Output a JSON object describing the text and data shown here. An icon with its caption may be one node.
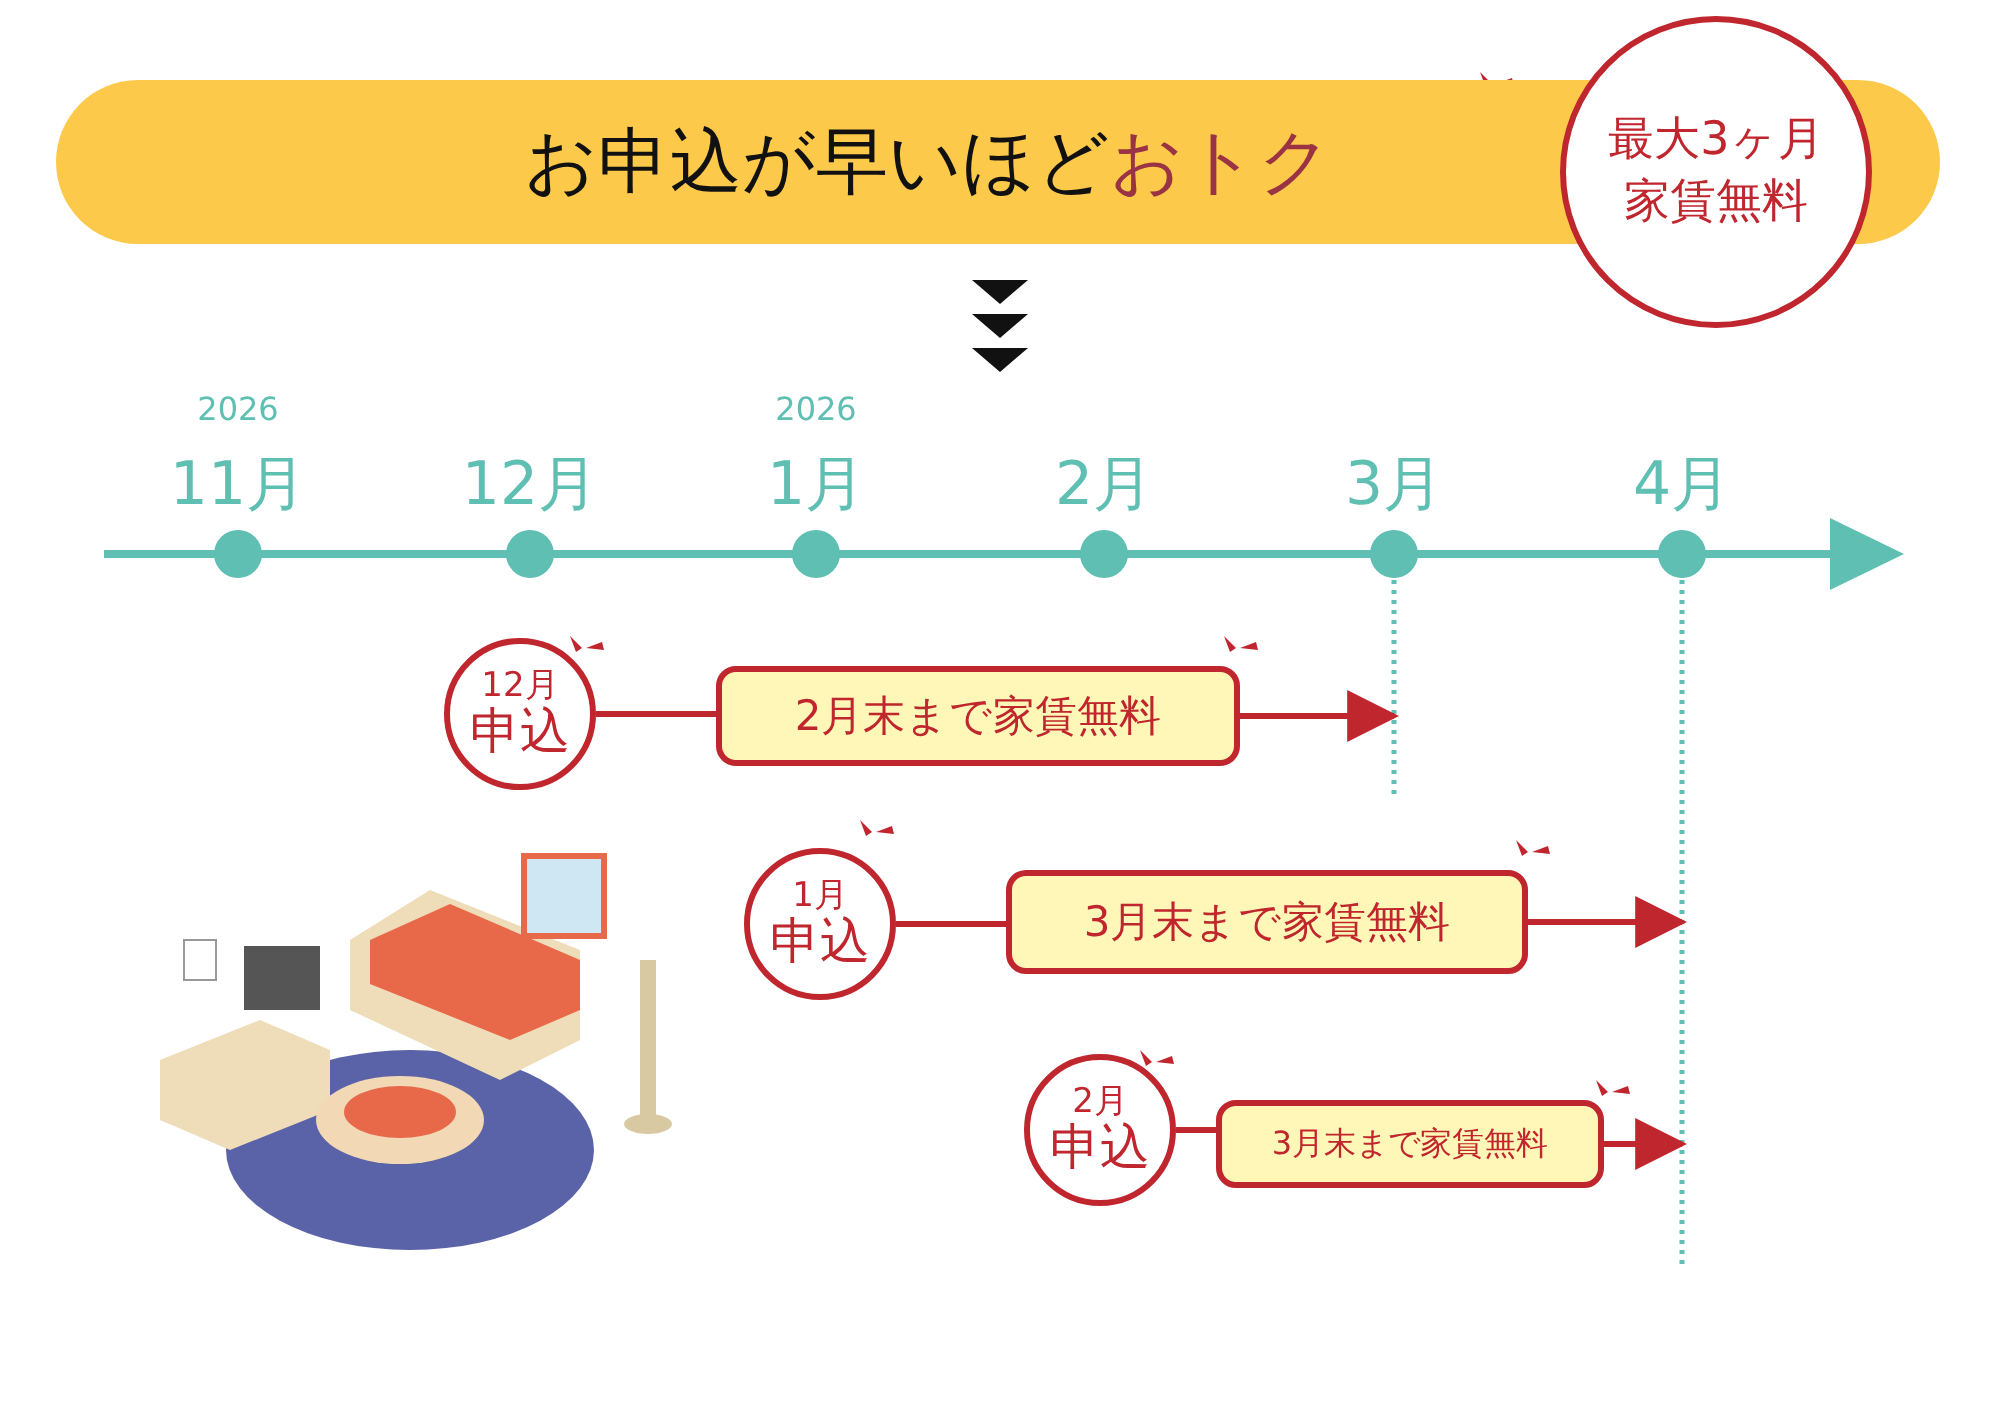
{
  "diagram": {
    "nodes": [
      {
        "text": [
          "お申込が早いほど",
          "おトク"
        ]
      },
      {
        "text": [
          "最大3ヶ月家賃無料"
        ]
      },
      {
        "text": [
          "12月",
          "申込"
        ]
      },
      {
        "text": [
          "2月末まで家賃無料"
        ]
      },
      {
        "text": [
          "1月",
          "申込"
        ]
      },
      {
        "text": [
          "3月末まで家賃無料"
        ]
      },
      {
        "text": [
          "2月",
          "申込"
        ]
      },
      {
        "text": [
          "3月末まで家賃無料"
        ]
      }
    ],
    "edges": [
      {
        "from": 2,
        "to": 3,
        "arrow": "none"
      },
      {
        "from": 3,
        "to": null,
        "arrow": "to"
      },
      {
        "from": 4,
        "to": 5,
        "arrow": "none"
      },
      {
        "from": 5,
        "to": null,
        "arrow": "to"
      },
      {
        "from": 6,
        "to": 7,
        "arrow": "none"
      },
      {
        "from": 7,
        "to": null,
        "arrow": "to"
      }
    ],
    "labels": [
      "2026",
      "11月",
      "12月",
      "2026",
      "1月",
      "2月",
      "3月",
      "4月"
    ]
  }
}
